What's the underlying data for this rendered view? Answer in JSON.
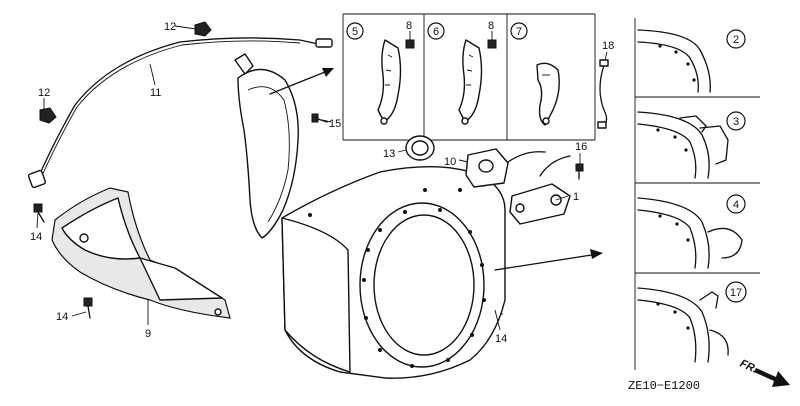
{
  "callouts": {
    "c12a": "12",
    "c12b": "12",
    "c11": "11",
    "c14a": "14",
    "c14b": "14",
    "c14c": "14",
    "c9": "9",
    "c15": "15",
    "c13": "13",
    "c10": "10",
    "c16": "16",
    "c1": "1",
    "c18": "18",
    "c8a": "8",
    "c8b": "8"
  },
  "variants": {
    "v5": "5",
    "v6": "6",
    "v7": "7",
    "v2": "2",
    "v3": "3",
    "v4": "4",
    "v17": "17"
  },
  "footer": {
    "code": "ZE10−E1200",
    "front_mark": "FR."
  }
}
